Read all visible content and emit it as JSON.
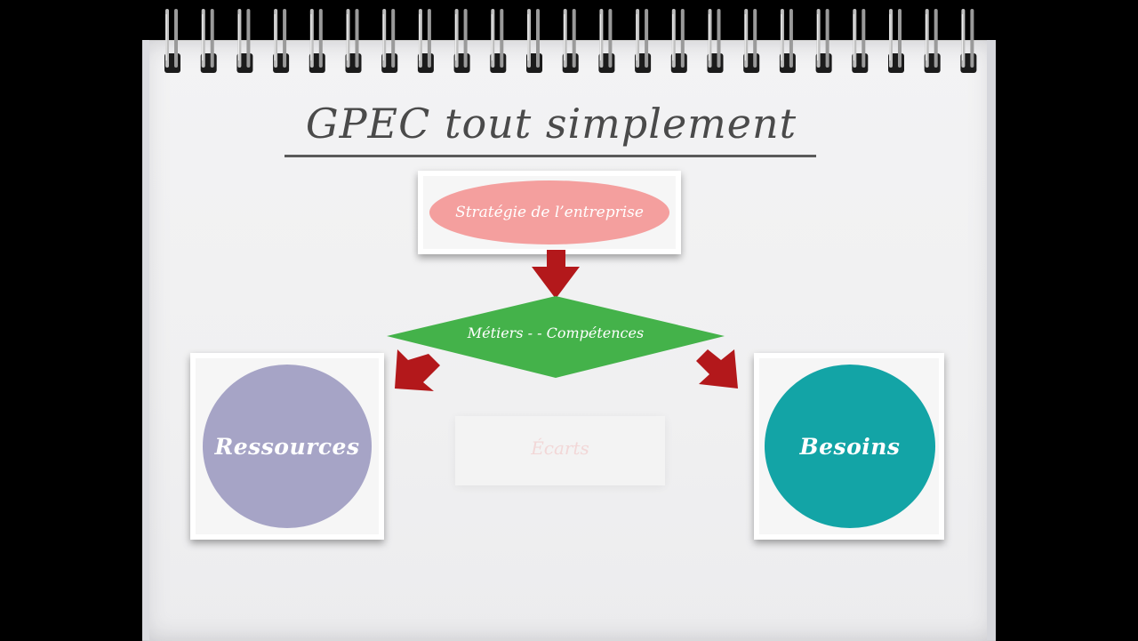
{
  "title": "GPEC tout simplement",
  "nodes": {
    "strategy": "Stratégie de l’entreprise",
    "metiers": "Métiers - - Compétences",
    "resources": "Ressources",
    "needs": "Besoins",
    "faded": "Écarts"
  },
  "colors": {
    "background": "#000000",
    "page": "#f1f1f2",
    "strategy": "#f49f9e",
    "metiers": "#44b24a",
    "resources": "#a6a4c6",
    "needs": "#13a4a6",
    "arrows": "#b3181b"
  },
  "icons": [
    "spiral-binding-icon",
    "down-arrow-icon",
    "left-down-arrow-icon",
    "right-down-arrow-icon"
  ]
}
